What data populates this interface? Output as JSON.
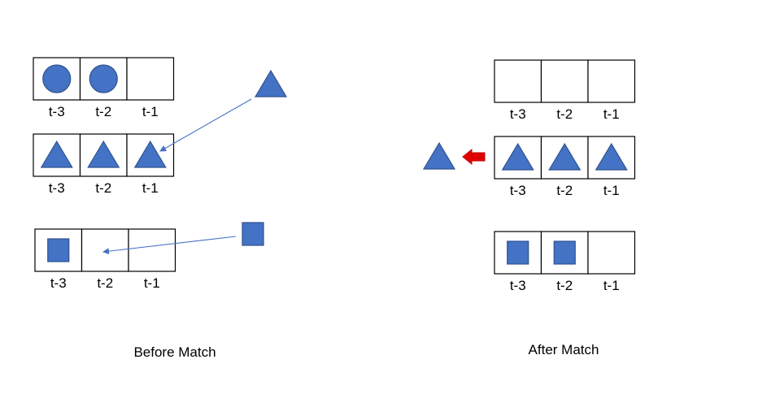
{
  "colors": {
    "shape_fill": "#4472c4",
    "connector": "#4472c4",
    "arrow_fill": "#e00000",
    "arrow_stroke": "#c00000"
  },
  "time_labels": [
    "t-3",
    "t-2",
    "t-1"
  ],
  "before": {
    "caption": "Before Match",
    "rows": [
      {
        "cells": [
          "circle",
          "circle",
          "empty"
        ],
        "incoming": "none"
      },
      {
        "cells": [
          "triangle",
          "triangle",
          "triangle"
        ],
        "incoming": "triangle"
      },
      {
        "cells": [
          "square",
          "empty",
          "empty"
        ],
        "incoming": "square"
      }
    ]
  },
  "after": {
    "caption": "After Match",
    "rows": [
      {
        "cells": [
          "empty",
          "empty",
          "empty"
        ]
      },
      {
        "cells": [
          "triangle",
          "triangle",
          "triangle"
        ],
        "outgoing": "triangle"
      },
      {
        "cells": [
          "square",
          "square",
          "empty"
        ]
      }
    ]
  }
}
